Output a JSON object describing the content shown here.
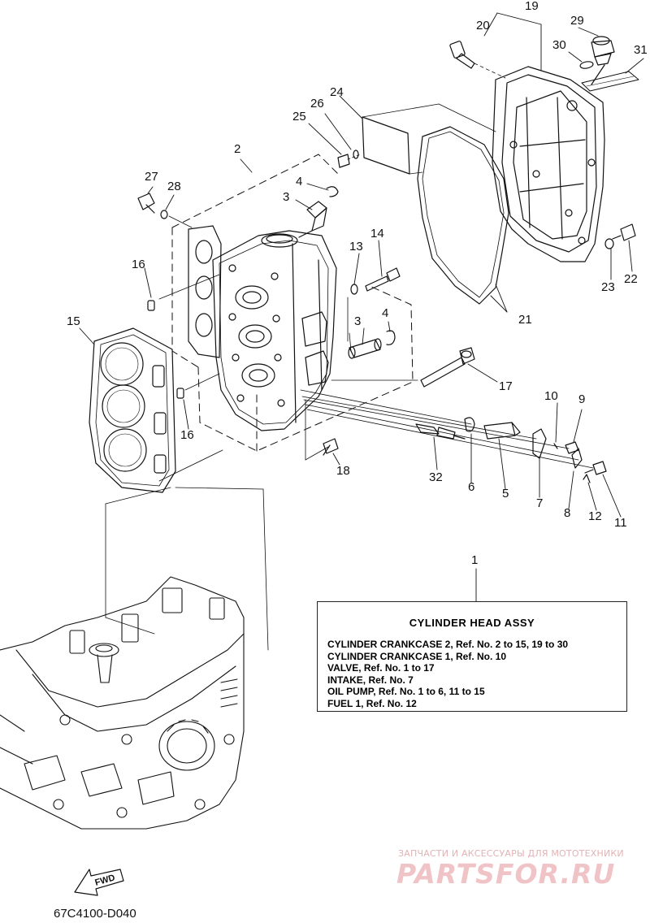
{
  "callouts": {
    "c1": "1",
    "c2": "2",
    "c3a": "3",
    "c3b": "3",
    "c4a": "4",
    "c4b": "4",
    "c5": "5",
    "c6": "6",
    "c7": "7",
    "c8": "8",
    "c9": "9",
    "c10": "10",
    "c11": "11",
    "c12": "12",
    "c13": "13",
    "c14": "14",
    "c15": "15",
    "c16a": "16",
    "c16b": "16",
    "c17": "17",
    "c18": "18",
    "c19": "19",
    "c20": "20",
    "c21": "21",
    "c22": "22",
    "c23": "23",
    "c24": "24",
    "c25": "25",
    "c26": "26",
    "c27": "27",
    "c28": "28",
    "c29": "29",
    "c30": "30",
    "c31": "31",
    "c32": "32"
  },
  "legend": {
    "title": "CYLINDER HEAD ASSY",
    "lines": [
      "CYLINDER CRANKCASE 2,  Ref. No. 2 to 15, 19 to 30",
      "CYLINDER CRANKCASE 1,  Ref. No. 10",
      "VALVE,  Ref. No. 1 to 17",
      "INTAKE,  Ref. No. 7",
      "OIL PUMP,  Ref. No. 1 to 6, 11 to 15",
      "FUEL 1,  Ref. No. 12"
    ]
  },
  "fwd_label": "FWD",
  "drawing_code": "67C4100-D040",
  "watermark": {
    "tagline": "ЗАПЧАСТИ И АКСЕССУАРЫ ДЛЯ МОТОТЕХНИКИ",
    "logo": "PARTSFOR.RU"
  },
  "colors": {
    "line": "#111111",
    "watermark": "#f0c4c6"
  }
}
